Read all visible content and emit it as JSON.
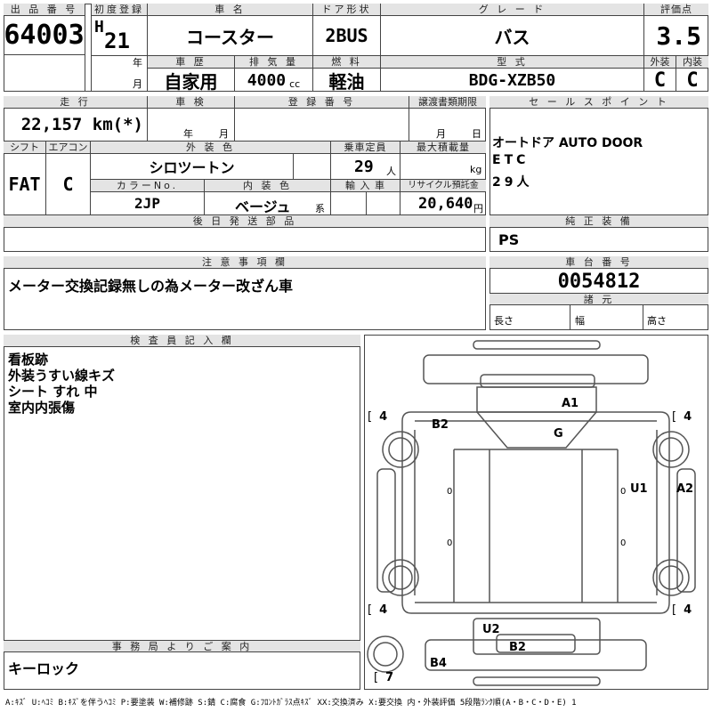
{
  "header": {
    "lot_label": "出 品 番 号",
    "lot_number": "64003",
    "first_reg_label": "初度登録",
    "era": "H",
    "year": "21",
    "year_unit": "年",
    "month_unit": "月",
    "car_name_label": "車 名",
    "car_name": "コースター",
    "door_label": "ドア形状",
    "door": "2BUS",
    "grade_label": "グ レ ー ド",
    "grade": "バス",
    "score_label": "評価点",
    "score": "3.5",
    "history_label": "車 歴",
    "history": "自家用",
    "displacement_label": "排 気 量",
    "displacement": "4000",
    "displacement_unit": "cc",
    "fuel_label": "燃 料",
    "fuel": "軽油",
    "model_label": "型 式",
    "model": "BDG-XZB50",
    "exterior_label": "外装",
    "exterior_score": "C",
    "interior_label": "内装",
    "interior_score": "C"
  },
  "row2": {
    "mileage_label": "走 行",
    "mileage": "22,157 km(*)",
    "inspection_label": "車 検",
    "inspection_year_unit": "年",
    "inspection_month_unit": "月",
    "registration_label": "登 録 番 号",
    "transfer_label": "譲渡書類期限",
    "transfer_month_unit": "月",
    "transfer_day_unit": "日",
    "shift_label": "シフト",
    "shift": "FAT",
    "aircon_label": "エアコン",
    "aircon": "C",
    "ext_color_label": "外 装 色",
    "ext_color": "シロツートン",
    "capacity_label": "乗車定員",
    "capacity": "29",
    "capacity_unit": "人",
    "load_label": "最大積載量",
    "load_unit": "kg",
    "color_no_label": "カラーNo.",
    "color_no": "2JP",
    "int_color_label": "内 装 色",
    "int_color": "ベージュ",
    "int_color_unit": "系",
    "import_label": "輸 入 車",
    "recycle_label": "リサイクル預託金",
    "recycle": "20,640",
    "recycle_unit": "円",
    "later_parts_label": "後 日 発 送 部 品"
  },
  "sales": {
    "label": "セ ー ル ス ポ イ ン ト",
    "lines": [
      "オートドア AUTO DOOR",
      "ETC",
      "29人"
    ]
  },
  "genuine": {
    "label": "純 正 装 備",
    "value": "PS"
  },
  "notes": {
    "label": "注 意 事 項 欄",
    "value": "メーター交換記録無しの為メーター改ざん車"
  },
  "chassis": {
    "label": "車 台 番 号",
    "value": "0054812",
    "dims_label": "諸 元",
    "length_label": "長さ",
    "width_label": "幅",
    "height_label": "高さ"
  },
  "inspector": {
    "label": "検 査 員 記 入 欄",
    "lines": [
      "看板跡",
      "外装うすい線キズ",
      "シート すれ 中",
      "室内内張傷"
    ]
  },
  "office": {
    "label": "事 務 局 よ り ご 案 内",
    "value": "キーロック"
  },
  "diagram": {
    "marks": [
      "A1",
      "B2",
      "G",
      "U1",
      "A2",
      "U2",
      "B2",
      "B4"
    ],
    "tires": [
      "4",
      "4",
      "4",
      "4",
      "7"
    ],
    "zeros": [
      "0",
      "0",
      "0",
      "0"
    ]
  },
  "legend": "A:ｷｽﾞ U:ﾍｺﾐ B:ｷｽﾞを伴うﾍｺﾐ P:要塗装 W:補修跡 S:錆 C:腐食 G:ﾌﾛﾝﾄｶﾞﾗｽ点ｷｽﾞ XX:交換済み X:要交換 内・外装評価 5段階ﾗﾝｸ順(A・B・C・D・E) 1"
}
